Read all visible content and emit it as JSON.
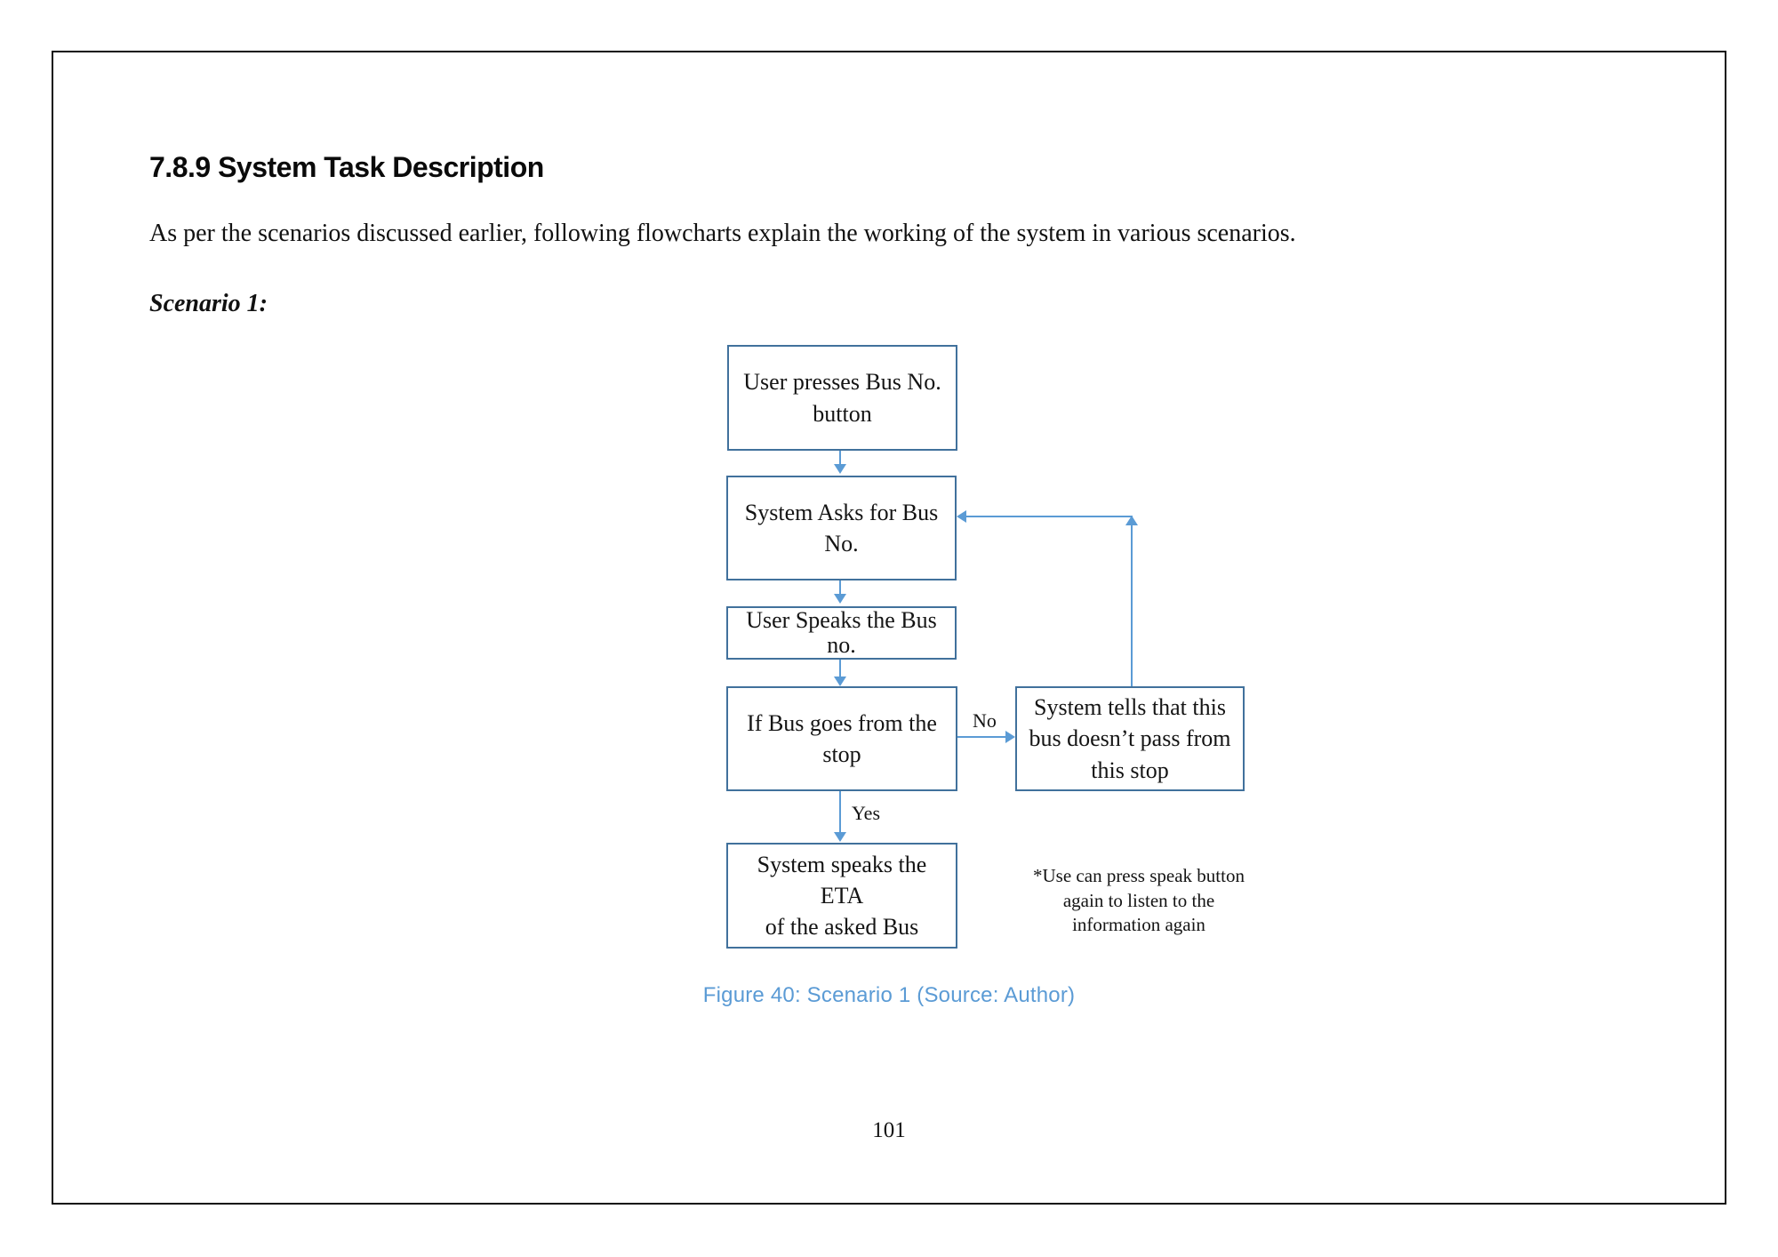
{
  "page": {
    "heading": "7.8.9 System Task Description",
    "body_paragraph": "As per the scenarios discussed earlier, following flowcharts explain the working of the system in various scenarios.",
    "scenario_label": "Scenario 1:",
    "figure_caption": "Figure 40: Scenario 1 (Source: Author)",
    "page_number": "101"
  },
  "flowchart": {
    "nodes": {
      "press_button": {
        "lines": [
          "User presses Bus No.",
          "button"
        ]
      },
      "system_asks": {
        "lines": [
          "System Asks for Bus",
          "No."
        ]
      },
      "user_speaks": {
        "lines": [
          "User Speaks the Bus",
          "no."
        ]
      },
      "bus_check": {
        "lines": [
          "If Bus goes from the",
          "stop"
        ]
      },
      "no_pass": {
        "lines": [
          "System tells that this",
          "bus doesn’t pass from",
          "this stop"
        ]
      },
      "speaks_eta": {
        "lines": [
          "System speaks the ETA",
          "of the asked Bus"
        ]
      }
    },
    "edge_labels": {
      "no": "No",
      "yes": "Yes"
    },
    "footnote_lines": [
      "*Use can press speak button",
      "again to listen to the",
      "information again"
    ]
  },
  "colors": {
    "box_border": "#41719C",
    "arrow": "#5B9BD5",
    "caption_color": "#5B9BD5"
  }
}
